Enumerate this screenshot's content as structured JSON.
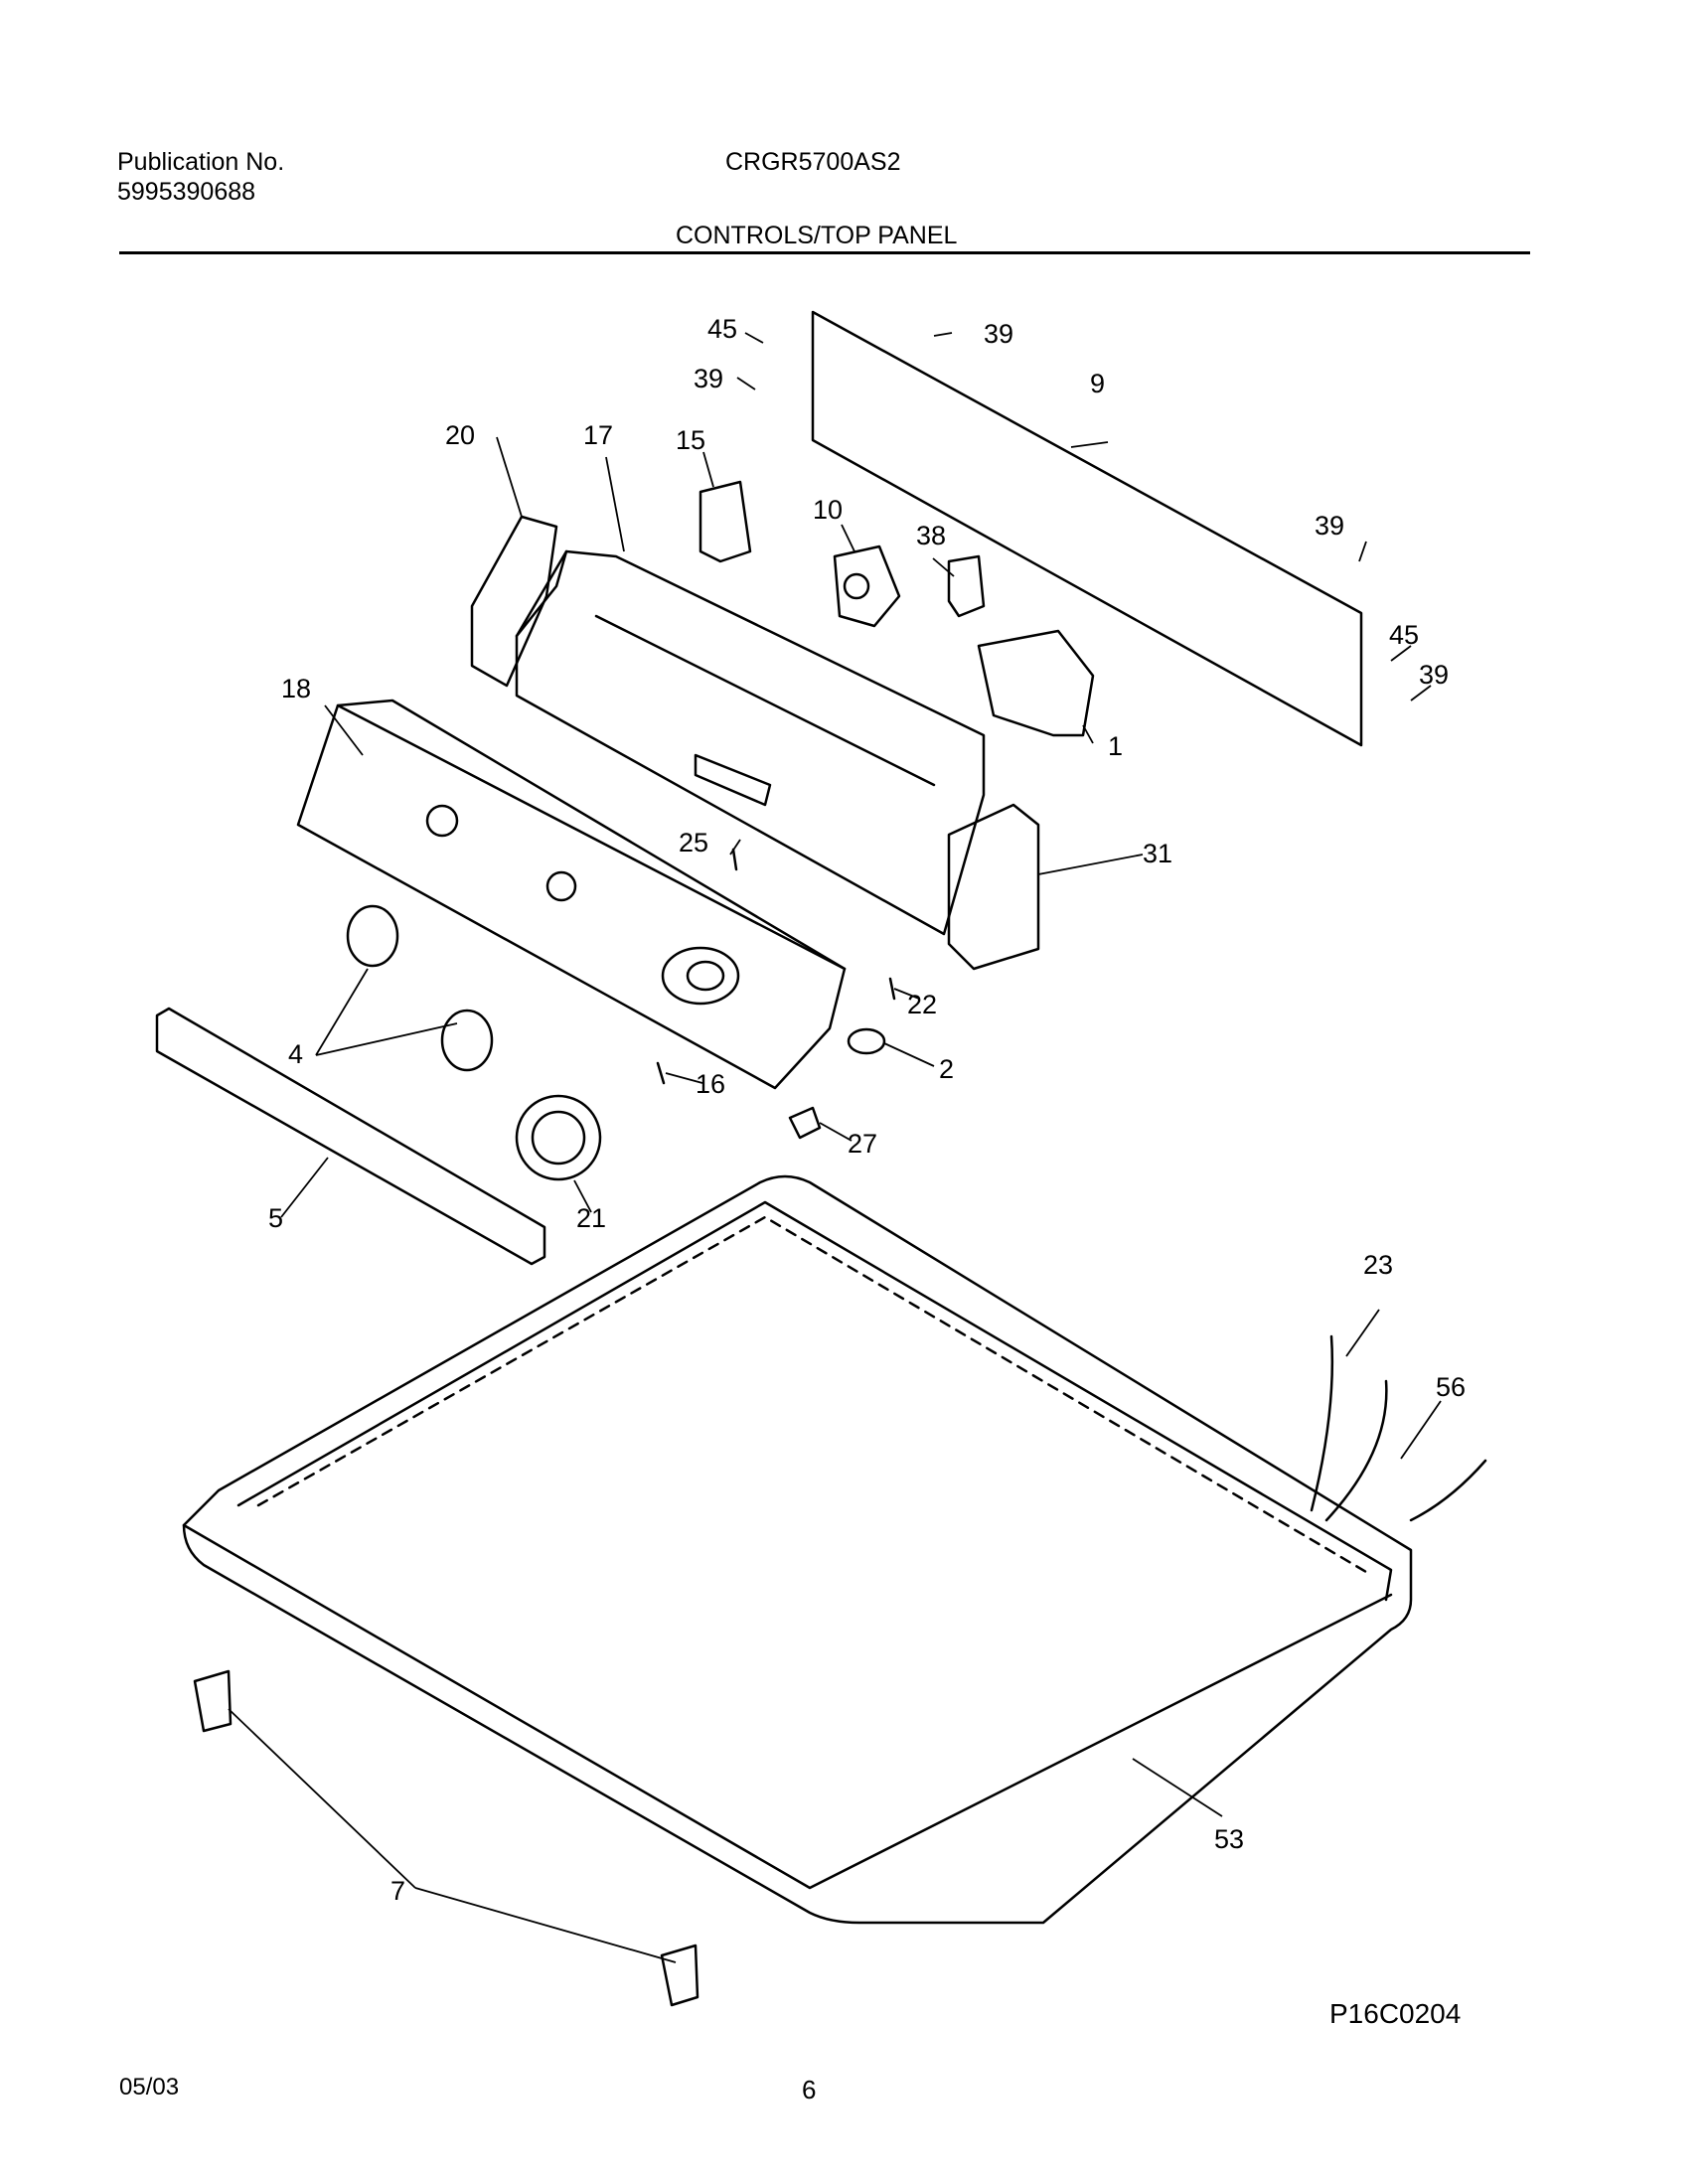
{
  "header": {
    "publication_label": "Publication No.",
    "publication_number": "5995390688",
    "model": "CRGR5700AS2",
    "section_title": "CONTROLS/TOP PANEL"
  },
  "callouts": {
    "c1": "1",
    "c2": "2",
    "c4": "4",
    "c5": "5",
    "c7": "7",
    "c9": "9",
    "c10": "10",
    "c15": "15",
    "c16": "16",
    "c17": "17",
    "c18": "18",
    "c20": "20",
    "c21": "21",
    "c22": "22",
    "c23": "23",
    "c25": "25",
    "c27": "27",
    "c31": "31",
    "c38": "38",
    "c39a": "39",
    "c39b": "39",
    "c39c": "39",
    "c39d": "39",
    "c45a": "45",
    "c45b": "45",
    "c53": "53",
    "c56": "56"
  },
  "figure_code": "P16C0204",
  "footer": {
    "date": "05/03",
    "page": "6"
  }
}
